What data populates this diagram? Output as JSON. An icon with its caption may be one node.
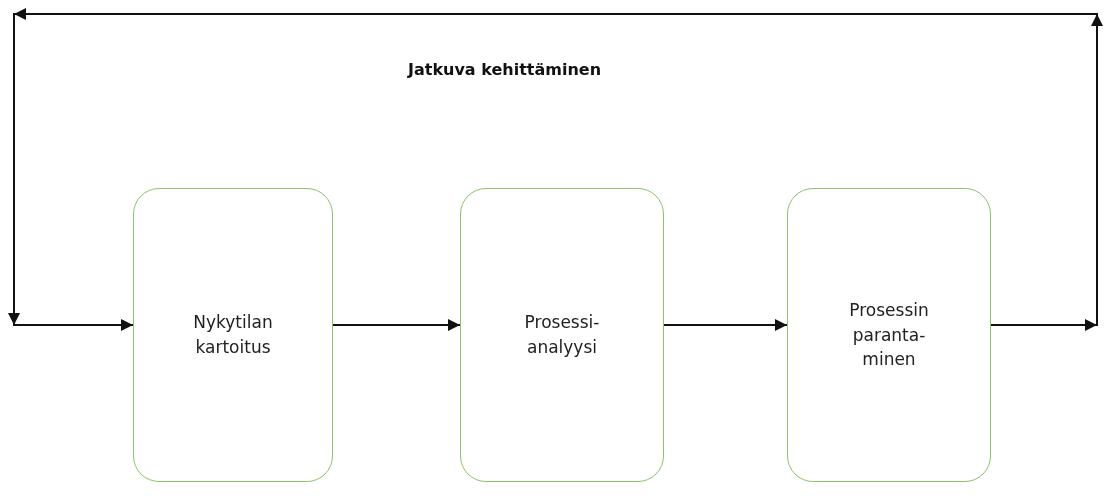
{
  "diagram": {
    "nodes": [
      {
        "text": [
          "Nykytilan kartoitus"
        ]
      },
      {
        "text": [
          "Prosessi- analyysi"
        ]
      },
      {
        "text": [
          "Prosessin paranta- minen"
        ]
      }
    ],
    "edges": [
      {
        "from": 0,
        "to": 1,
        "arrow": "to"
      },
      {
        "from": 1,
        "to": 2,
        "arrow": "to"
      },
      {
        "from": 2,
        "to": 0,
        "arrow": "to"
      }
    ],
    "labels": [
      "Jatkuva kehittäminen"
    ]
  }
}
